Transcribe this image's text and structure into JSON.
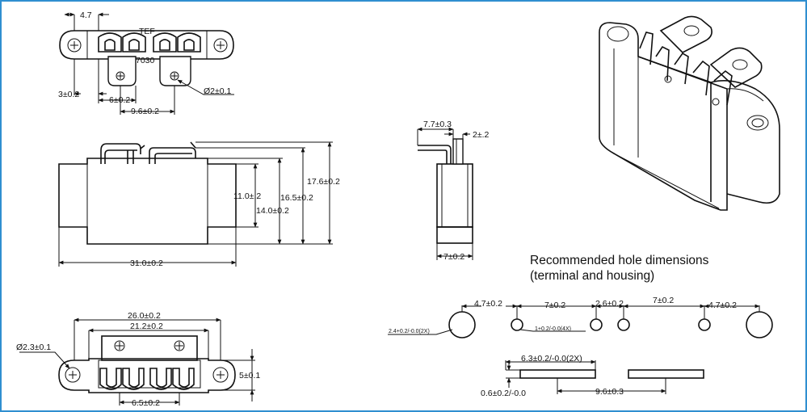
{
  "heading": {
    "line1": "Recommended hole dimensions",
    "line2": "(terminal and housing)"
  },
  "top_view": {
    "d_4_7": "4.7",
    "d_3": "3±0.2",
    "d_6": "6±0.2",
    "d_9_6": "9.6±0.2",
    "d_hole": "Ø2±0.1",
    "marking_brand": "TEF",
    "marking_code": "7030"
  },
  "front_view": {
    "d_31": "31.0±0.2",
    "d_11": "11.0±.2",
    "d_14": "14.0±0.2",
    "d_16_5": "16.5±0.2",
    "d_17_6": "17.6±0.2"
  },
  "side_view": {
    "d_7_7": "7.7±0.3",
    "d_2": "2±.2",
    "d_7": "7±0.2"
  },
  "bottom_view": {
    "d_26": "26.0±0.2",
    "d_21_2": "21.2±0.2",
    "d_hole": "Ø2.3±0.1",
    "d_5": "5±0.1",
    "d_6_5": "6.5±0.2"
  },
  "hole_layout": {
    "d_4_7_left": "4.7±0.2",
    "d_7_left": "7±0.2",
    "d_2_6": "2.6±0.2",
    "d_7_right": "7±0.2",
    "d_4_7_right": "4.7±0.2",
    "d_big_hole": "2.4+0.2/-0.0(2X)",
    "d_small_hole": "1+0.2/-0.0(4X)",
    "d_slot_len": "6.3±0.2/-0.0(2X)",
    "d_slot_w": "0.6±0.2/-0.0",
    "d_slot_pitch": "9.6±0.3"
  },
  "colors": {
    "frame_border": "#2f8fd0",
    "line": "#111111"
  }
}
